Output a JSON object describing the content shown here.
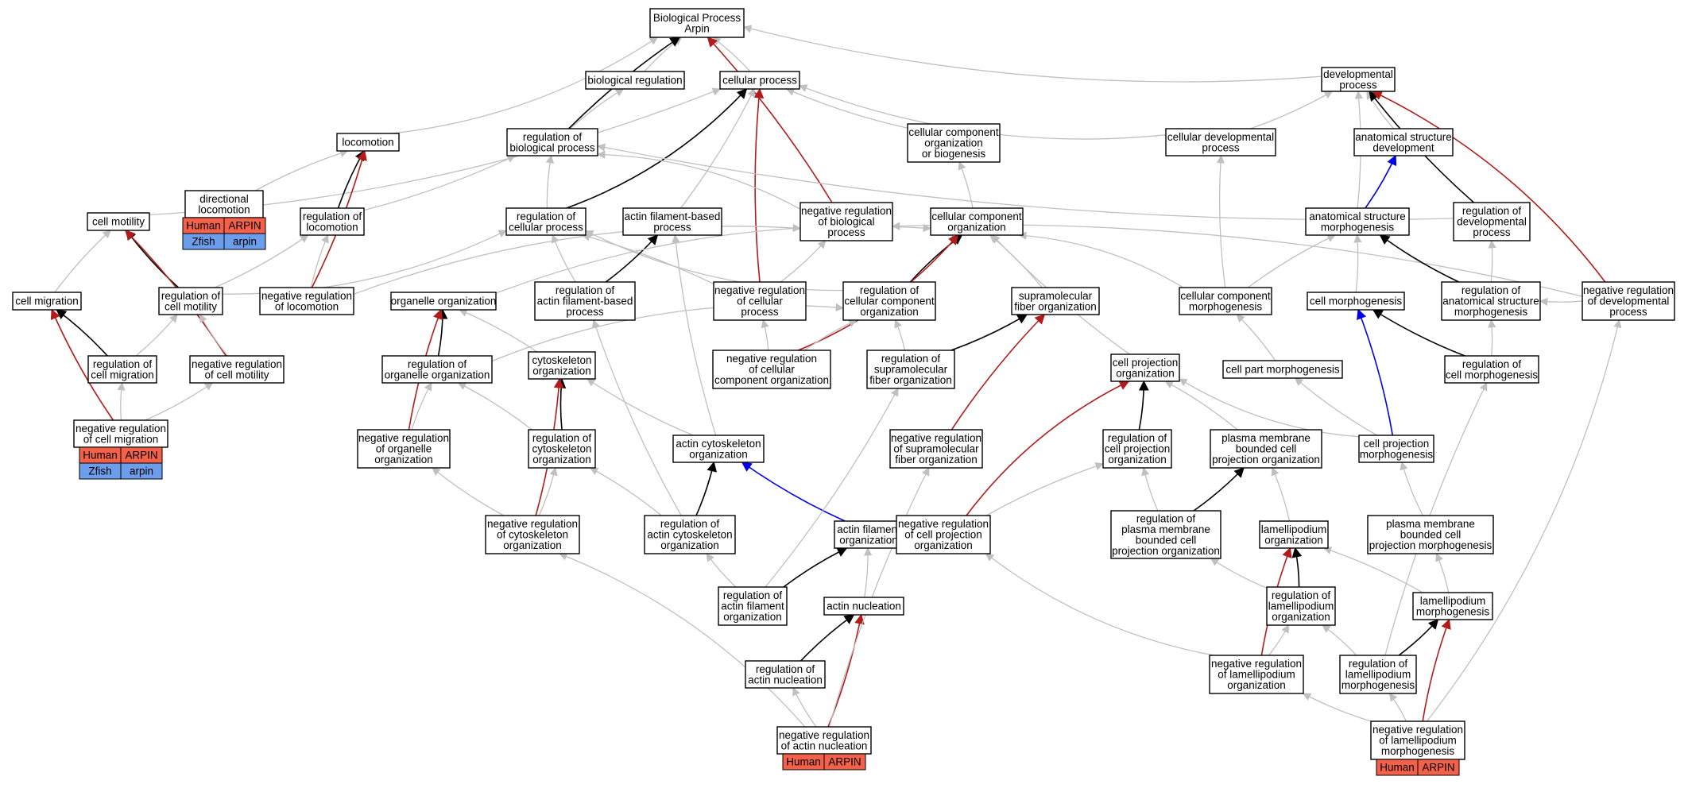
{
  "graph": {
    "colors": {
      "is_a": "#c0c0c0",
      "part_of": "#000000",
      "negative": "#b31b1b",
      "positive": "#0000ee",
      "human": "#f4614a",
      "zfish": "#6d9eeb"
    },
    "nodes": [
      {
        "id": "root",
        "lines": [
          "Biological Process",
          "Arpin"
        ]
      },
      {
        "id": "bioreg",
        "lines": [
          "biological regulation"
        ]
      },
      {
        "id": "cellproc",
        "lines": [
          "cellular process"
        ]
      },
      {
        "id": "devproc",
        "lines": [
          "developmental",
          "process"
        ]
      },
      {
        "id": "locomotion",
        "lines": [
          "locomotion"
        ]
      },
      {
        "id": "regbio",
        "lines": [
          "regulation of",
          "biological process"
        ]
      },
      {
        "id": "ccorgbio",
        "lines": [
          "cellular component",
          "organization",
          "or biogenesis"
        ]
      },
      {
        "id": "celldev",
        "lines": [
          "cellular developmental",
          "process"
        ]
      },
      {
        "id": "anatdev",
        "lines": [
          "anatomical structure",
          "development"
        ]
      },
      {
        "id": "dirloco",
        "lines": [
          "directional",
          "locomotion"
        ],
        "species": [
          [
            "Human",
            "ARPIN"
          ],
          [
            "Zfish",
            "arpin"
          ]
        ]
      },
      {
        "id": "regloco",
        "lines": [
          "regulation of",
          "locomotion"
        ]
      },
      {
        "id": "cellmot",
        "lines": [
          "cell motility"
        ]
      },
      {
        "id": "regcell",
        "lines": [
          "regulation of",
          "cellular process"
        ]
      },
      {
        "id": "actinfil",
        "lines": [
          "actin filament-based",
          "process"
        ]
      },
      {
        "id": "negregbio",
        "lines": [
          "negative regulation",
          "of biological",
          "process"
        ]
      },
      {
        "id": "ccorg",
        "lines": [
          "cellular component",
          "organization"
        ]
      },
      {
        "id": "anatmorph",
        "lines": [
          "anatomical structure",
          "morphogenesis"
        ]
      },
      {
        "id": "regdev",
        "lines": [
          "regulation of",
          "developmental",
          "process"
        ]
      },
      {
        "id": "cellmig",
        "lines": [
          "cell migration"
        ]
      },
      {
        "id": "regcellmot",
        "lines": [
          "regulation of",
          "cell motility"
        ]
      },
      {
        "id": "negregloco",
        "lines": [
          "negative regulation",
          "of locomotion"
        ]
      },
      {
        "id": "orgorg",
        "lines": [
          "organelle organization"
        ]
      },
      {
        "id": "regactinfil",
        "lines": [
          "regulation of",
          "actin filament-based",
          "process"
        ]
      },
      {
        "id": "negregcell",
        "lines": [
          "negative regulation",
          "of cellular",
          "process"
        ]
      },
      {
        "id": "regccorg",
        "lines": [
          "regulation of",
          "cellular component",
          "organization"
        ]
      },
      {
        "id": "suprafib",
        "lines": [
          "supramolecular",
          "fiber organization"
        ]
      },
      {
        "id": "ccmorph",
        "lines": [
          "cellular component",
          "morphogenesis"
        ]
      },
      {
        "id": "cellmorph",
        "lines": [
          "cell morphogenesis"
        ]
      },
      {
        "id": "reganatmorph",
        "lines": [
          "regulation of",
          "anatomical structure",
          "morphogenesis"
        ]
      },
      {
        "id": "negregdev",
        "lines": [
          "negative regulation",
          "of developmental",
          "process"
        ]
      },
      {
        "id": "regcellmig",
        "lines": [
          "regulation of",
          "cell migration"
        ]
      },
      {
        "id": "negregcellmot",
        "lines": [
          "negative regulation",
          "of cell motility"
        ]
      },
      {
        "id": "regorgorg",
        "lines": [
          "regulation of",
          "organelle organization"
        ]
      },
      {
        "id": "cytoorg",
        "lines": [
          "cytoskeleton",
          "organization"
        ]
      },
      {
        "id": "negregccorg",
        "lines": [
          "negative regulation",
          "of cellular",
          "component organization"
        ]
      },
      {
        "id": "regsuprafib",
        "lines": [
          "regulation of",
          "supramolecular",
          "fiber organization"
        ]
      },
      {
        "id": "cellprojorg",
        "lines": [
          "cell projection",
          "organization"
        ]
      },
      {
        "id": "cellpartmorph",
        "lines": [
          "cell part morphogenesis"
        ]
      },
      {
        "id": "regcellmorph",
        "lines": [
          "regulation of",
          "cell morphogenesis"
        ]
      },
      {
        "id": "negregcellmig",
        "lines": [
          "negative regulation",
          "of cell migration"
        ],
        "species": [
          [
            "Human",
            "ARPIN"
          ],
          [
            "Zfish",
            "arpin"
          ]
        ]
      },
      {
        "id": "negregorgorg",
        "lines": [
          "negative regulation",
          "of organelle",
          "organization"
        ]
      },
      {
        "id": "regcytoorg",
        "lines": [
          "regulation of",
          "cytoskeleton",
          "organization"
        ]
      },
      {
        "id": "actincyto",
        "lines": [
          "actin cytoskeleton",
          "organization"
        ]
      },
      {
        "id": "negregsuprafib",
        "lines": [
          "negative regulation",
          "of supramolecular",
          "fiber organization"
        ]
      },
      {
        "id": "regcellprojorg",
        "lines": [
          "regulation of",
          "cell projection",
          "organization"
        ]
      },
      {
        "id": "pmbcpo",
        "lines": [
          "plasma membrane",
          "bounded cell",
          "projection organization"
        ]
      },
      {
        "id": "cellprojmorph",
        "lines": [
          "cell projection",
          "morphogenesis"
        ]
      },
      {
        "id": "negregcytoorg",
        "lines": [
          "negative regulation",
          "of cytoskeleton",
          "organization"
        ]
      },
      {
        "id": "regactincyto",
        "lines": [
          "regulation of",
          "actin cytoskeleton",
          "organization"
        ]
      },
      {
        "id": "actinfilorg",
        "lines": [
          "actin filament",
          "organization"
        ]
      },
      {
        "id": "negregcellprojorg",
        "lines": [
          "negative regulation",
          "of cell projection",
          "organization"
        ]
      },
      {
        "id": "regpmbcpo",
        "lines": [
          "regulation of",
          "plasma membrane",
          "bounded cell",
          "projection organization"
        ]
      },
      {
        "id": "lamorg",
        "lines": [
          "lamellipodium",
          "organization"
        ]
      },
      {
        "id": "pmbcpm",
        "lines": [
          "plasma membrane",
          "bounded cell",
          "projection morphogenesis"
        ]
      },
      {
        "id": "regactinfilorg",
        "lines": [
          "regulation of",
          "actin filament",
          "organization"
        ]
      },
      {
        "id": "actinnuc",
        "lines": [
          "actin nucleation"
        ]
      },
      {
        "id": "reglamorg",
        "lines": [
          "regulation of",
          "lamellipodium",
          "organization"
        ]
      },
      {
        "id": "lammorph",
        "lines": [
          "lamellipodium",
          "morphogenesis"
        ]
      },
      {
        "id": "regactinnuc",
        "lines": [
          "regulation of",
          "actin nucleation"
        ]
      },
      {
        "id": "negreglamorg",
        "lines": [
          "negative regulation",
          "of lamellipodium",
          "organization"
        ]
      },
      {
        "id": "reglammorph",
        "lines": [
          "regulation of",
          "lamellipodium",
          "morphogenesis"
        ]
      },
      {
        "id": "negregactinnuc",
        "lines": [
          "negative regulation",
          "of actin nucleation"
        ],
        "species": [
          [
            "Human",
            "ARPIN"
          ]
        ]
      },
      {
        "id": "negreglammorph",
        "lines": [
          "negative regulation",
          "of lamellipodium",
          "morphogenesis"
        ],
        "species": [
          [
            "Human",
            "ARPIN"
          ]
        ]
      }
    ],
    "edges": [
      [
        "bioreg",
        "root",
        "is_a"
      ],
      [
        "cellproc",
        "root",
        "is_a"
      ],
      [
        "devproc",
        "root",
        "is_a"
      ],
      [
        "locomotion",
        "root",
        "is_a"
      ],
      [
        "regbio",
        "root",
        "part_of"
      ],
      [
        "negregbio",
        "root",
        "negative"
      ],
      [
        "regbio",
        "bioreg",
        "is_a"
      ],
      [
        "regcell",
        "cellproc",
        "part_of"
      ],
      [
        "negregcell",
        "cellproc",
        "negative"
      ],
      [
        "actinfil",
        "cellproc",
        "is_a"
      ],
      [
        "ccorgbio",
        "cellproc",
        "is_a"
      ],
      [
        "cellmot",
        "cellproc",
        "is_a"
      ],
      [
        "celldev",
        "cellproc",
        "is_a"
      ],
      [
        "celldev",
        "devproc",
        "is_a"
      ],
      [
        "anatdev",
        "devproc",
        "is_a"
      ],
      [
        "anatmorph",
        "devproc",
        "is_a"
      ],
      [
        "regdev",
        "devproc",
        "part_of"
      ],
      [
        "negregdev",
        "devproc",
        "negative"
      ],
      [
        "regloco",
        "locomotion",
        "part_of"
      ],
      [
        "negregloco",
        "locomotion",
        "negative"
      ],
      [
        "dirloco",
        "locomotion",
        "is_a"
      ],
      [
        "regloco",
        "regbio",
        "is_a"
      ],
      [
        "regcell",
        "regbio",
        "is_a"
      ],
      [
        "negregbio",
        "regbio",
        "is_a"
      ],
      [
        "regdev",
        "regbio",
        "is_a"
      ],
      [
        "ccorg",
        "ccorgbio",
        "is_a"
      ],
      [
        "ccmorph",
        "celldev",
        "is_a"
      ],
      [
        "anatmorph",
        "anatdev",
        "positive"
      ],
      [
        "regcellmot",
        "cellmot",
        "part_of"
      ],
      [
        "negregcellmot",
        "cellmot",
        "negative"
      ],
      [
        "cellmig",
        "cellmot",
        "is_a"
      ],
      [
        "regcellmot",
        "regloco",
        "is_a"
      ],
      [
        "negregloco",
        "regloco",
        "is_a"
      ],
      [
        "regcellmot",
        "regcell",
        "is_a"
      ],
      [
        "regactinfil",
        "regcell",
        "is_a"
      ],
      [
        "negregcell",
        "regcell",
        "is_a"
      ],
      [
        "regccorg",
        "regcell",
        "is_a"
      ],
      [
        "regactinfil",
        "actinfil",
        "part_of"
      ],
      [
        "actincyto",
        "actinfil",
        "is_a"
      ],
      [
        "negregcell",
        "negregbio",
        "is_a"
      ],
      [
        "negregloco",
        "negregbio",
        "is_a"
      ],
      [
        "negregdev",
        "negregbio",
        "is_a"
      ],
      [
        "regccorg",
        "ccorg",
        "part_of"
      ],
      [
        "negregccorg",
        "ccorg",
        "negative"
      ],
      [
        "orgorg",
        "ccorg",
        "is_a"
      ],
      [
        "suprafib",
        "ccorg",
        "is_a"
      ],
      [
        "cellprojorg",
        "ccorg",
        "is_a"
      ],
      [
        "ccmorph",
        "ccorg",
        "is_a"
      ],
      [
        "ccmorph",
        "anatmorph",
        "is_a"
      ],
      [
        "cellmorph",
        "anatmorph",
        "is_a"
      ],
      [
        "reganatmorph",
        "anatmorph",
        "part_of"
      ],
      [
        "reganatmorph",
        "regdev",
        "is_a"
      ],
      [
        "negregdev",
        "reganatmorph",
        "is_a"
      ],
      [
        "regcellmig",
        "cellmig",
        "part_of"
      ],
      [
        "negregcellmig",
        "cellmig",
        "negative"
      ],
      [
        "regcellmig",
        "regcellmot",
        "is_a"
      ],
      [
        "negregcellmot",
        "regcellmot",
        "is_a"
      ],
      [
        "negregcellmig",
        "negregcellmot",
        "is_a"
      ],
      [
        "negregcellmig",
        "regcellmig",
        "is_a"
      ],
      [
        "regorgorg",
        "orgorg",
        "part_of"
      ],
      [
        "negregorgorg",
        "orgorg",
        "negative"
      ],
      [
        "cytoorg",
        "orgorg",
        "is_a"
      ],
      [
        "regorgorg",
        "regccorg",
        "is_a"
      ],
      [
        "regcytoorg",
        "regorgorg",
        "is_a"
      ],
      [
        "negregorgorg",
        "regorgorg",
        "is_a"
      ],
      [
        "negregccorg",
        "negregcell",
        "is_a"
      ],
      [
        "negregccorg",
        "regccorg",
        "is_a"
      ],
      [
        "regsuprafib",
        "suprafib",
        "part_of"
      ],
      [
        "negregsuprafib",
        "suprafib",
        "negative"
      ],
      [
        "regsuprafib",
        "regccorg",
        "is_a"
      ],
      [
        "regcytoorg",
        "cytoorg",
        "part_of"
      ],
      [
        "negregcytoorg",
        "cytoorg",
        "negative"
      ],
      [
        "actincyto",
        "cytoorg",
        "is_a"
      ],
      [
        "negregcytoorg",
        "regcytoorg",
        "is_a"
      ],
      [
        "negregcytoorg",
        "negregorgorg",
        "is_a"
      ],
      [
        "regactincyto",
        "actincyto",
        "part_of"
      ],
      [
        "actinfilorg",
        "actincyto",
        "positive"
      ],
      [
        "regactincyto",
        "regcytoorg",
        "is_a"
      ],
      [
        "regactincyto",
        "regactinfil",
        "is_a"
      ],
      [
        "regcellprojorg",
        "cellprojorg",
        "part_of"
      ],
      [
        "negregcellprojorg",
        "cellprojorg",
        "negative"
      ],
      [
        "pmbcpo",
        "cellprojorg",
        "is_a"
      ],
      [
        "cellprojmorph",
        "cellprojorg",
        "is_a"
      ],
      [
        "cellpartmorph",
        "ccmorph",
        "is_a"
      ],
      [
        "cellprojmorph",
        "cellpartmorph",
        "is_a"
      ],
      [
        "cellprojmorph",
        "cellmorph",
        "positive"
      ],
      [
        "regcellmorph",
        "cellmorph",
        "part_of"
      ],
      [
        "regcellmorph",
        "reganatmorph",
        "is_a"
      ],
      [
        "negregcellprojorg",
        "regcellprojorg",
        "is_a"
      ],
      [
        "regpmbcpo",
        "pmbcpo",
        "part_of"
      ],
      [
        "regpmbcpo",
        "regcellprojorg",
        "is_a"
      ],
      [
        "lamorg",
        "pmbcpo",
        "is_a"
      ],
      [
        "pmbcpm",
        "cellprojmorph",
        "is_a"
      ],
      [
        "lammorph",
        "pmbcpm",
        "is_a"
      ],
      [
        "regactinfilorg",
        "actinfilorg",
        "part_of"
      ],
      [
        "actinnuc",
        "actinfilorg",
        "is_a"
      ],
      [
        "regactinfilorg",
        "regactincyto",
        "is_a"
      ],
      [
        "regactinfilorg",
        "regsuprafib",
        "is_a"
      ],
      [
        "regactinnuc",
        "actinnuc",
        "part_of"
      ],
      [
        "negregactinnuc",
        "actinnuc",
        "negative"
      ],
      [
        "negregactinnuc",
        "regactinnuc",
        "is_a"
      ],
      [
        "negregactinnuc",
        "negregcytoorg",
        "is_a"
      ],
      [
        "negregactinnuc",
        "negregsuprafib",
        "is_a"
      ],
      [
        "reglamorg",
        "lamorg",
        "part_of"
      ],
      [
        "negreglamorg",
        "lamorg",
        "negative"
      ],
      [
        "lammorph",
        "lamorg",
        "is_a"
      ],
      [
        "reglamorg",
        "regpmbcpo",
        "is_a"
      ],
      [
        "negreglamorg",
        "reglamorg",
        "is_a"
      ],
      [
        "negreglamorg",
        "negregcellprojorg",
        "is_a"
      ],
      [
        "reglammorph",
        "lammorph",
        "part_of"
      ],
      [
        "negreglammorph",
        "lammorph",
        "negative"
      ],
      [
        "reglammorph",
        "reglamorg",
        "is_a"
      ],
      [
        "reglammorph",
        "regcellmorph",
        "is_a"
      ],
      [
        "negreglammorph",
        "reglammorph",
        "is_a"
      ],
      [
        "negreglammorph",
        "negreglamorg",
        "is_a"
      ],
      [
        "negreglammorph",
        "negregdev",
        "is_a"
      ]
    ]
  }
}
